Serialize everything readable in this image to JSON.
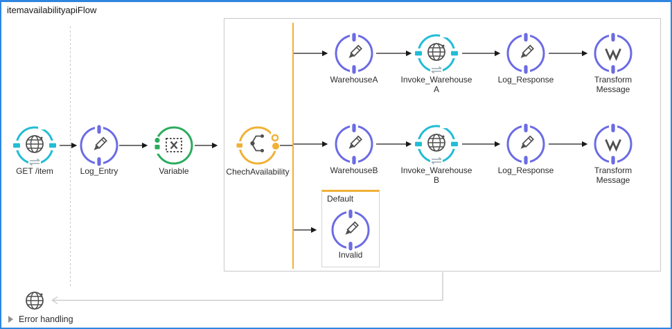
{
  "flow_title": "itemavailabilityapiFlow",
  "nodes": {
    "listener": "GET /item",
    "log_entry": "Log_Entry",
    "variable": "Variable",
    "choice": "ChechAvailability",
    "warehouse_a": "WarehouseA",
    "invoke_warehouse_a": "Invoke_Warehouse A",
    "log_response_a": "Log_Response",
    "transform_a": "Transform Message",
    "warehouse_b": "WarehouseB",
    "invoke_warehouse_b": "Invoke_Warehouse B",
    "log_response_b": "Log_Response",
    "transform_b": "Transform Message",
    "invalid": "Invalid"
  },
  "choice_default_label": "Default",
  "error_handling_label": "Error handling",
  "colors": {
    "selection_blue": "#2e86e0",
    "http_cyan": "#22bcd6",
    "core_indigo": "#6b6be4",
    "variable_green": "#2bab5d",
    "choice_orange": "#f0b136",
    "glyph_gray": "#4f4f4f",
    "muted_gray": "#9aabb2",
    "connector_black": "#1a1a1a",
    "guide_gray": "#c9c9c9"
  }
}
